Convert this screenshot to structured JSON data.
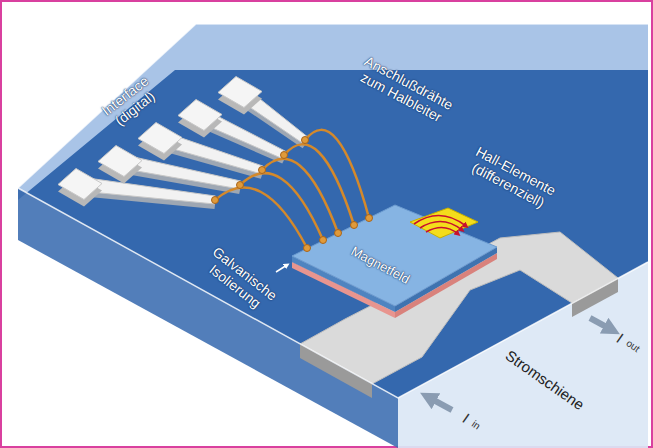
{
  "diagram": {
    "labels": [
      "Interface (digital)",
      "Anschlußdrähte zum Halbleiter",
      "Hall-Elemente (differenziell)",
      "Magnetfeld",
      "Galvanische Isolierung",
      "Stromschiene",
      "I",
      "in",
      "I",
      "out"
    ]
  }
}
